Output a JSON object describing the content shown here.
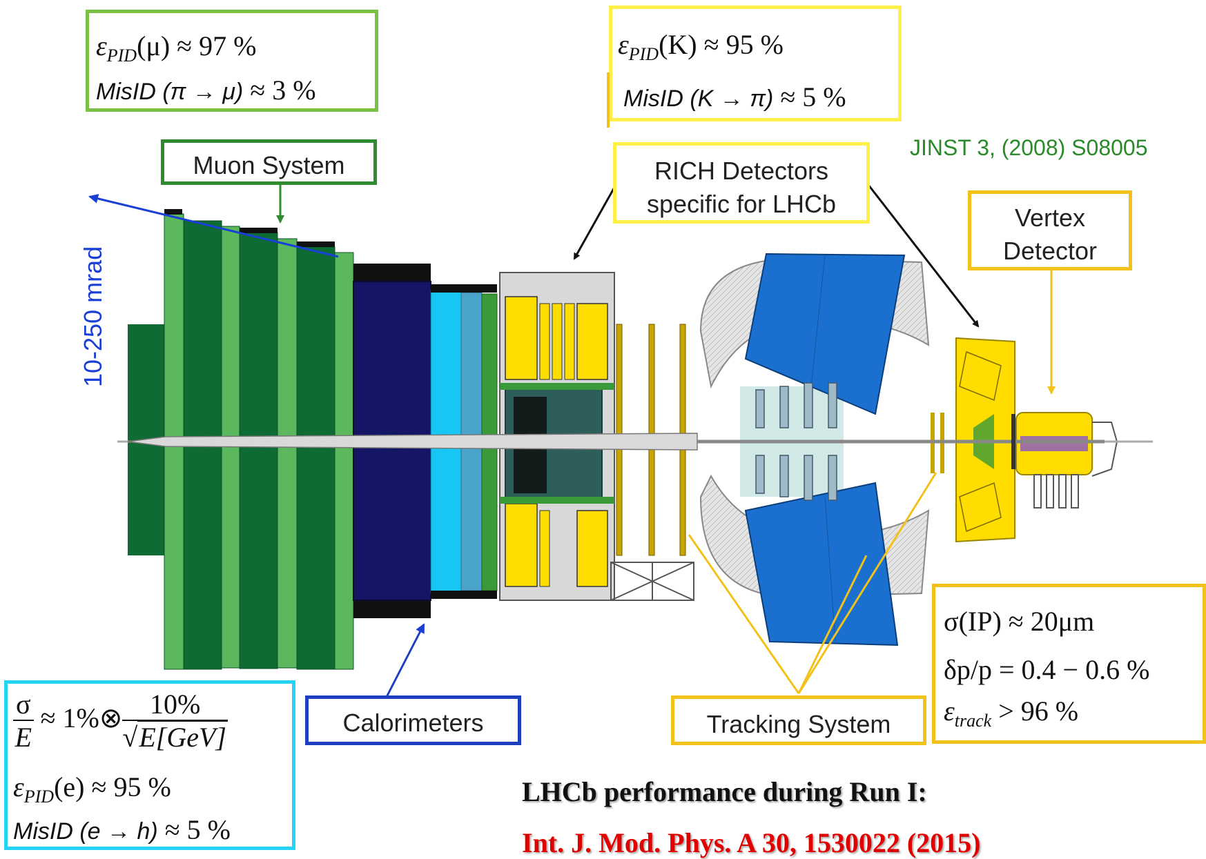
{
  "muon_pid": {
    "line1_prefix": "ε",
    "line1_sub": "PID",
    "line1_arg": "(μ) ≈ 97 %",
    "line2_misid": "MisID (π → μ)",
    "line2_value": "≈ 3 %"
  },
  "kaon_pid": {
    "line1_prefix": "ε",
    "line1_sub": "PID",
    "line1_arg": "(K) ≈ 95 %",
    "line2_misid": "MisID (K → π)",
    "line2_value": "≈ 5 %"
  },
  "labels": {
    "muon_system": "Muon System",
    "rich_line1": "RICH Detectors",
    "rich_line2": "specific for LHCb",
    "reference": "JINST 3, (2008) S08005",
    "vertex_line1": "Vertex",
    "vertex_line2": "Detector",
    "mrad": "10-250 mrad",
    "calorimeters": "Calorimeters",
    "tracking": "Tracking System"
  },
  "calo_box": {
    "sigma": "σ",
    "E": "E",
    "approx": "≈ 1%⊗",
    "num": "10%",
    "den": "E[GeV]",
    "pid_prefix": "ε",
    "pid_sub": "PID",
    "pid_arg": "(e) ≈ 95 %",
    "misid": "MisID (e → h)",
    "misid_value": "≈ 5 %"
  },
  "tracking_box": {
    "line1": "σ(IP) ≈ 20μm",
    "line2": "δp/p = 0.4 − 0.6 %",
    "line3_prefix": "ε",
    "line3_sub": "track",
    "line3_arg": "> 96 %"
  },
  "footer": {
    "line1": "LHCb performance during Run I:",
    "line2": "Int. J. Mod. Phys. A 30, 1530022 (2015)"
  },
  "colors": {
    "green_box": "#7ac143",
    "yellow_box": "#ffef4a",
    "gold_box": "#f2c21b",
    "cyan_box": "#27d3f4",
    "blue_box": "#1e3fbf",
    "dark_green_box": "#2e8b2e",
    "muon_dark": "#0e6b34",
    "muon_light": "#5cb85c",
    "ecal": "#151566",
    "hcal_cyan": "#18c6f5",
    "rich_yellow": "#ffdd00",
    "tracker_blue": "#1a6fcf",
    "footer_red": "#e00000",
    "reference_green": "#2a8a2a",
    "mrad_blue": "#1a3fd6"
  }
}
